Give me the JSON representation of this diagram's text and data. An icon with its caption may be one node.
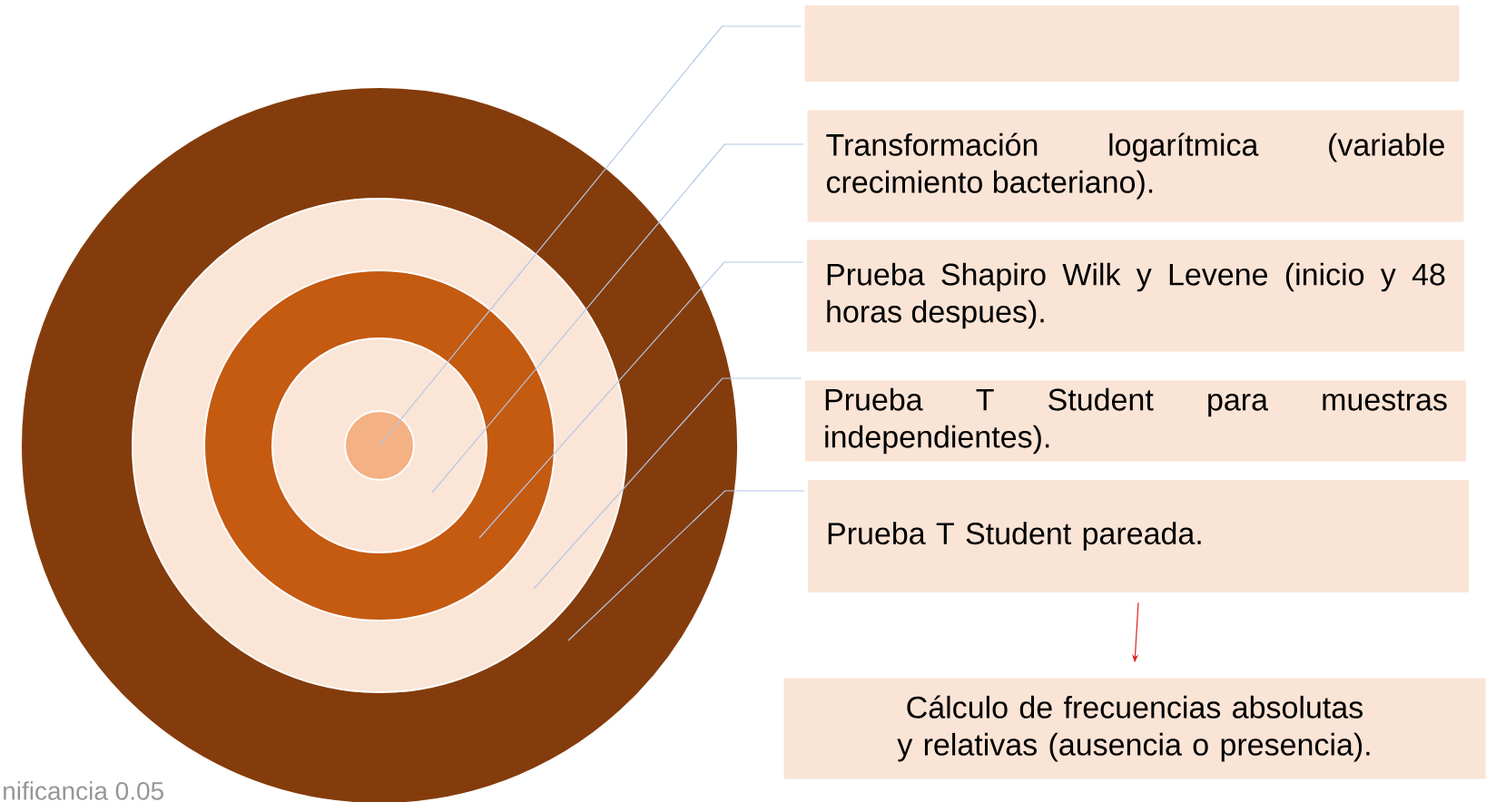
{
  "diagram": {
    "nodes": [
      {
        "text": [],
        "shape": "circle"
      },
      {
        "text": [],
        "shape": "circle",
        "in": 0
      },
      {
        "text": [],
        "shape": "circle",
        "in": 1
      },
      {
        "text": [],
        "shape": "circle",
        "in": 2
      },
      {
        "text": [],
        "shape": "circle",
        "in": 3
      },
      {
        "text": [],
        "shape": "box"
      },
      {
        "text": [
          "Transformación logarítmica (variable crecimiento bacteriano)."
        ]
      },
      {
        "text": [
          "Prueba Shapiro Wilk y Levene (inicio y 48 horas despues)."
        ]
      },
      {
        "text": [
          "Prueba T Student para muestras independientes)."
        ]
      },
      {
        "text": [
          "Prueba T Student pareada."
        ]
      },
      {
        "text": [
          "Cálculo de frecuencias absolutas y relativas (ausencia o presencia)."
        ]
      }
    ],
    "edges": [
      {
        "from": 5,
        "to": 4,
        "arrow": "none"
      },
      {
        "from": 6,
        "to": 3,
        "arrow": "none"
      },
      {
        "from": 7,
        "to": 2,
        "arrow": "none"
      },
      {
        "from": 8,
        "to": 1,
        "arrow": "none"
      },
      {
        "from": 9,
        "to": 0,
        "arrow": "none"
      },
      {
        "from": 9,
        "to": 10,
        "arrow": "to",
        "color": "#e02020"
      }
    ],
    "labels": [
      "nificancia 0.05"
    ]
  }
}
